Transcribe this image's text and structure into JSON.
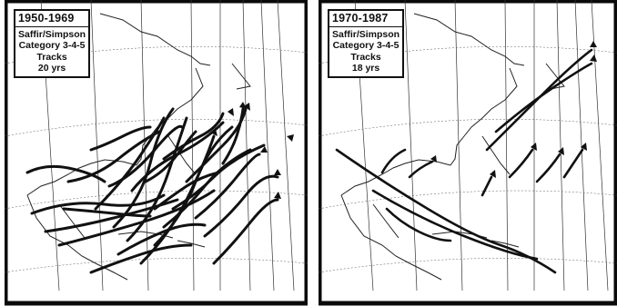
{
  "panels": [
    {
      "period": "1950-1969",
      "line1": "Saffir/Simpson",
      "line2": "Category 3-4-5",
      "line3": "Tracks",
      "line4": "20 yrs"
    },
    {
      "period": "1970-1987",
      "line1": "Saffir/Simpson",
      "line2": "Category 3-4-5",
      "line3": "Tracks",
      "line4": "18 yrs"
    }
  ],
  "colors": {
    "ink": "#111111",
    "paper": "#ffffff",
    "frame": "#0a0a0a"
  }
}
